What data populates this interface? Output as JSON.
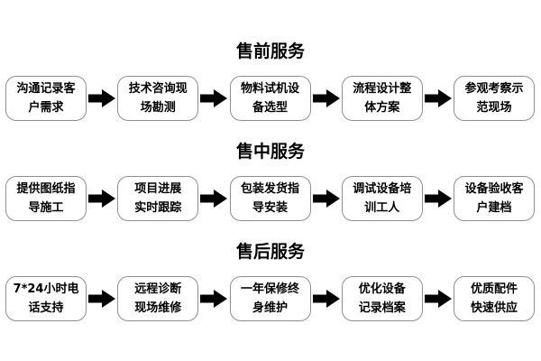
{
  "colors": {
    "background": "#ffffff",
    "text": "#000000",
    "box_border": "#8f8f8f",
    "arrow": "#000000"
  },
  "icons": {
    "connector": "arrow-right-icon"
  },
  "sections": [
    {
      "title": "售前服务",
      "steps": [
        {
          "label": "沟通记录客户需求",
          "lines": [
            "沟通记录客",
            "户需求"
          ]
        },
        {
          "label": "技术咨询现场勘测",
          "lines": [
            "技术咨询现",
            "场勘测"
          ]
        },
        {
          "label": "物料试机设备选型",
          "lines": [
            "物料试机设",
            "备选型"
          ]
        },
        {
          "label": "流程设计整体方案",
          "lines": [
            "流程设计整",
            "体方案"
          ]
        },
        {
          "label": "参观考察示范现场",
          "lines": [
            "参观考察示",
            "范现场"
          ]
        }
      ]
    },
    {
      "title": "售中服务",
      "steps": [
        {
          "label": "提供图纸指导施工",
          "lines": [
            "提供图纸指",
            "导施工"
          ]
        },
        {
          "label": "项目进展实时跟踪",
          "lines": [
            "项目进展",
            "实时跟踪"
          ]
        },
        {
          "label": "包装发货指导安装",
          "lines": [
            "包装发货指",
            "导安装"
          ]
        },
        {
          "label": "调试设备培训工人",
          "lines": [
            "调试设备培",
            "训工人"
          ]
        },
        {
          "label": "设备验收客户建档",
          "lines": [
            "设备验收客",
            "户建档"
          ]
        }
      ]
    },
    {
      "title": "售后服务",
      "steps": [
        {
          "label": "7*24小时电话支持",
          "lines": [
            "7*24小时电",
            "话支持"
          ]
        },
        {
          "label": "远程诊断现场维修",
          "lines": [
            "远程诊断",
            "现场维修"
          ]
        },
        {
          "label": "一年保修终身维护",
          "lines": [
            "一年保修终",
            "身维护"
          ]
        },
        {
          "label": "优化设备记录档案",
          "lines": [
            "优化设备",
            "记录档案"
          ]
        },
        {
          "label": "优质配件快速供应",
          "lines": [
            "优质配件",
            "快速供应"
          ]
        }
      ]
    }
  ]
}
